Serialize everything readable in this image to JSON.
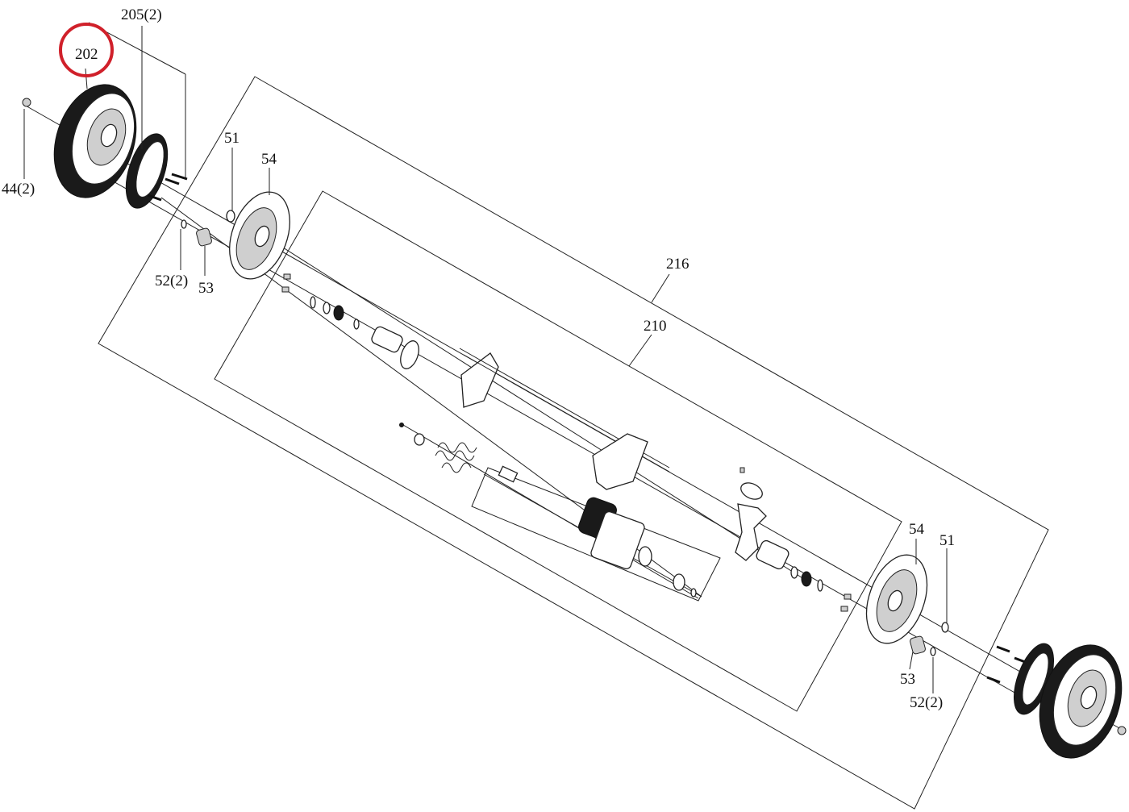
{
  "labels": {
    "p202": "202",
    "p205": "205(2)",
    "p44": "44(2)",
    "p51_left": "51",
    "p54_left": "54",
    "p52_left": "52(2)",
    "p53_left": "53",
    "p216": "216",
    "p210": "210",
    "p54_right": "54",
    "p51_right": "51",
    "p53_right": "53",
    "p52_right": "52(2)"
  },
  "highlight_color": "#d0202a"
}
